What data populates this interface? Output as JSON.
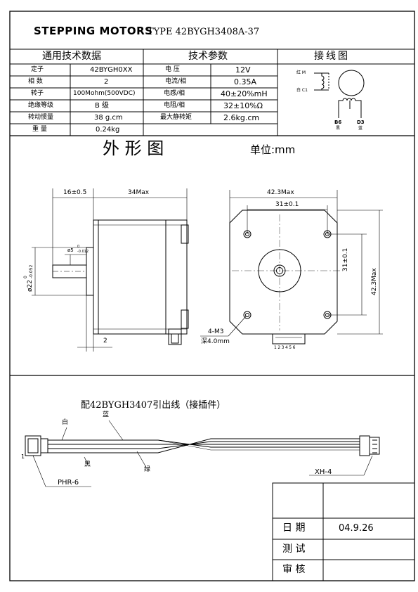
{
  "header": {
    "title": "STEPPING MOTORS",
    "type_label": "TYPE 42BYGH3408A-37"
  },
  "spec_table": {
    "section_general": "通用技术数据",
    "section_params": "技术参数",
    "section_wiring": "接线图",
    "rows": [
      {
        "l1": "定子",
        "v1": "42BYGH0XX",
        "l2": "电   压",
        "v2": "12V"
      },
      {
        "l1": "相   数",
        "v1": "2",
        "l2": "电流/相",
        "v2": "0.35A"
      },
      {
        "l1": "转子",
        "v1": "100Mohm(500VDC)",
        "l2": "电感/相",
        "v2": "40±20%mH"
      },
      {
        "l1": "绝缘等级",
        "v1": "B  级",
        "l2": "电阻/相",
        "v2": "32±10%Ω"
      },
      {
        "l1": "转动惯量",
        "v1": "38  g.cm",
        "l2": "最大静转矩",
        "v2": "2.6kg.cm"
      },
      {
        "l1": "重  量",
        "v1": "0.24kg",
        "l2": "",
        "v2": ""
      }
    ]
  },
  "wiring": {
    "red": "红 M",
    "white": "白 C1",
    "b6": "B6",
    "d3": "D3",
    "black": "黑",
    "blue": "蓝"
  },
  "drawing": {
    "title": "外  形  图",
    "unit": "单位:mm",
    "dim_16": "16±0.5",
    "dim_34": "34Max",
    "dim_shaft_dia": "ø5",
    "dim_shaft_tol": "0",
    "dim_shaft_tol2": "-0.012",
    "dim_boss": "ø22",
    "dim_boss_tol": "0",
    "dim_boss_tol2": "-0.052",
    "dim_2": "2",
    "dim_42_top": "42.3Max",
    "dim_31_top": "31±0.1",
    "dim_31_right": "31±0.1",
    "dim_42_right": "42.3Max",
    "hole_note": "4-M3",
    "hole_depth": "深4.0mm",
    "pin_numbers": "123456"
  },
  "cable": {
    "title": "配42BYGH3407引出线（接插件）",
    "white": "白",
    "blue": "蓝",
    "black": "黑",
    "green": "绿",
    "pin1": "1",
    "left_connector": "PHR-6",
    "right_connector": "XH-4"
  },
  "titleblock": {
    "date_label": "日   期",
    "date_value": "04.9.26",
    "test_label": "测   试",
    "review_label": "审   核"
  }
}
